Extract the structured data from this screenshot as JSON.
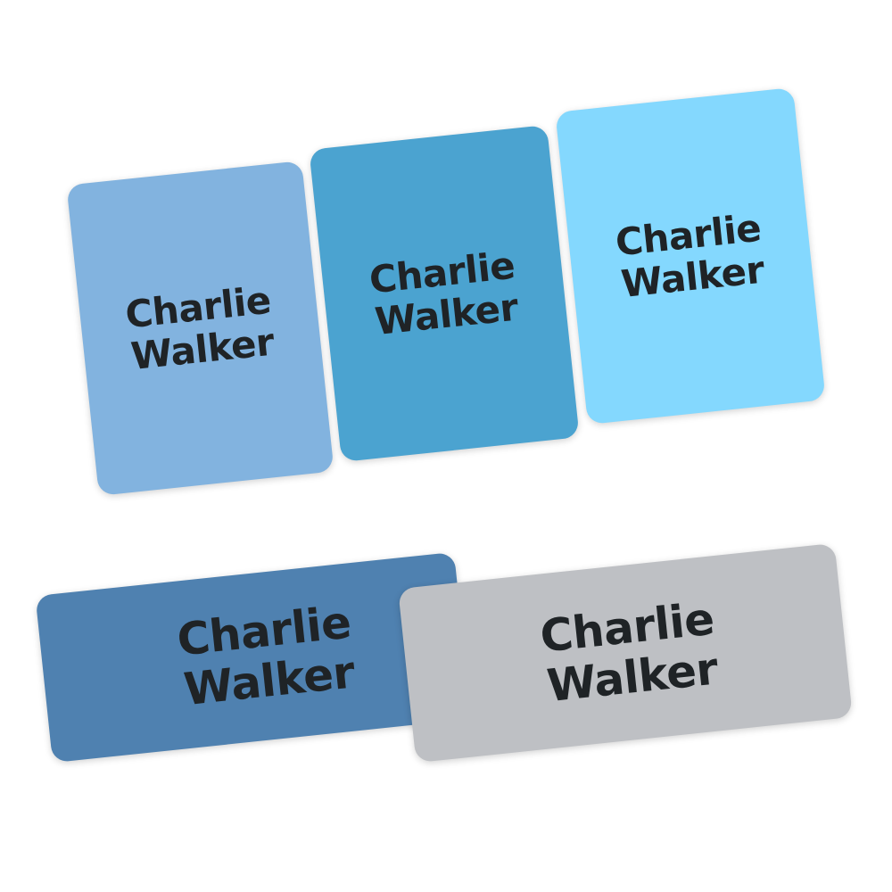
{
  "labels": [
    {
      "line1": "Charlie",
      "line2": "Walker",
      "color": "#82b3df"
    },
    {
      "line1": "Charlie",
      "line2": "Walker",
      "color": "#4ba3d0"
    },
    {
      "line1": "Charlie",
      "line2": "Walker",
      "color": "#84d8fe"
    },
    {
      "line1": "Charlie",
      "line2": "Walker",
      "color": "#4f81b0"
    },
    {
      "line1": "Charlie",
      "line2": "Walker",
      "color": "#bec0c4"
    }
  ]
}
